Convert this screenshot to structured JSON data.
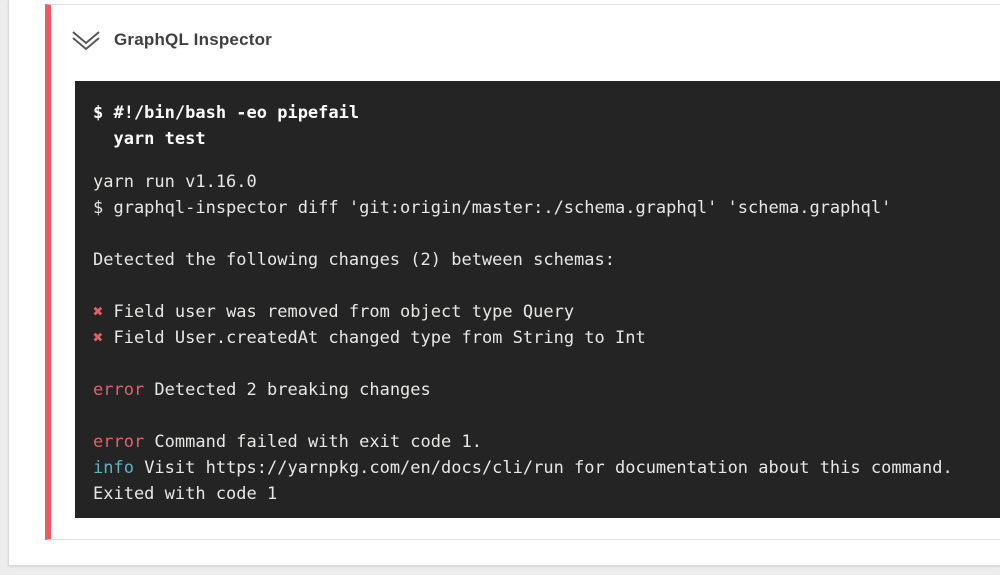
{
  "header": {
    "title": "GraphQL Inspector",
    "collapse_icon": "double-chevron-down"
  },
  "colors": {
    "accent_red": "#ea5a62",
    "terminal_background": "#242424",
    "terminal_text": "#e9e7e4",
    "ansi_red": "#e36069",
    "ansi_cyan": "#5ab6c4",
    "title_text": "#3f3f3f"
  },
  "terminal": {
    "command_lines": [
      "$ #!/bin/bash -eo pipefail",
      "  yarn test"
    ],
    "output_lines": [
      {
        "parts": [
          {
            "text": "yarn run v1.16.0"
          }
        ]
      },
      {
        "parts": [
          {
            "text": "$ graphql-inspector diff 'git:origin/master:./schema.graphql' 'schema.graphql'"
          }
        ]
      },
      {
        "parts": [
          {
            "text": ""
          }
        ]
      },
      {
        "parts": [
          {
            "text": "Detected the following changes (2) between schemas:"
          }
        ]
      },
      {
        "parts": [
          {
            "text": ""
          }
        ]
      },
      {
        "parts": [
          {
            "text": "✖",
            "color": "red"
          },
          {
            "text": " Field user was removed from object type Query"
          }
        ]
      },
      {
        "parts": [
          {
            "text": "✖",
            "color": "red"
          },
          {
            "text": " Field User.createdAt changed type from String to Int"
          }
        ]
      },
      {
        "parts": [
          {
            "text": ""
          }
        ]
      },
      {
        "parts": [
          {
            "text": "error",
            "color": "red"
          },
          {
            "text": " Detected 2 breaking changes"
          }
        ]
      },
      {
        "parts": [
          {
            "text": ""
          }
        ]
      },
      {
        "parts": [
          {
            "text": "error",
            "color": "red"
          },
          {
            "text": " Command failed with exit code 1."
          }
        ]
      },
      {
        "parts": [
          {
            "text": "info",
            "color": "cyan"
          },
          {
            "text": " Visit https://yarnpkg.com/en/docs/cli/run for documentation about this command."
          }
        ]
      },
      {
        "parts": [
          {
            "text": "Exited with code 1"
          }
        ]
      }
    ]
  }
}
